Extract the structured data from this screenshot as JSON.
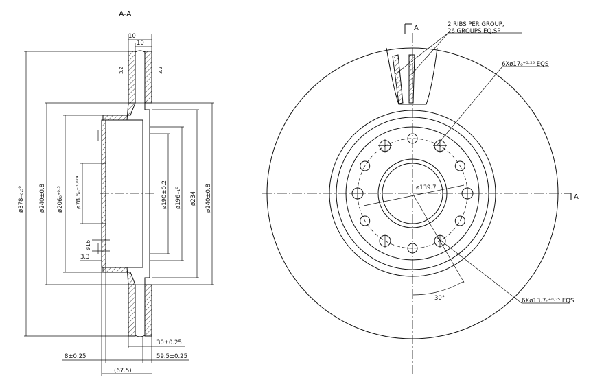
{
  "section_title": "A-A",
  "section_mark": "A",
  "section_view": {
    "top_widths": [
      "10",
      "10"
    ],
    "chamfer_labels": [
      "3.2",
      "3.2"
    ],
    "diameters": [
      "ø378₋₀.₅⁰",
      "ø240±0.8",
      "ø206₀⁺⁰·⁵",
      "ø78.5₀⁺⁰·⁰⁷⁴",
      "ø16",
      "ø190±0.2",
      "ø196₋₁⁰",
      "ø234",
      "ø240±0.8"
    ],
    "small_dim": "3.3",
    "bottom_dims": [
      "30±0.25",
      "8±0.25",
      "59.5±0.25",
      "(67.5)"
    ]
  },
  "front_view": {
    "ribs_note_line1": "2 RIBS PER GROUP,",
    "ribs_note_line2": "26 GROUPS EQ.SP",
    "bolt_hole_large": "6Xø17₀⁺⁰·²⁵ EQS",
    "bolt_hole_small": "6Xø13.7₀⁺⁰·²⁵ EQS",
    "pcd": "ø139.7",
    "angle": "30°"
  }
}
